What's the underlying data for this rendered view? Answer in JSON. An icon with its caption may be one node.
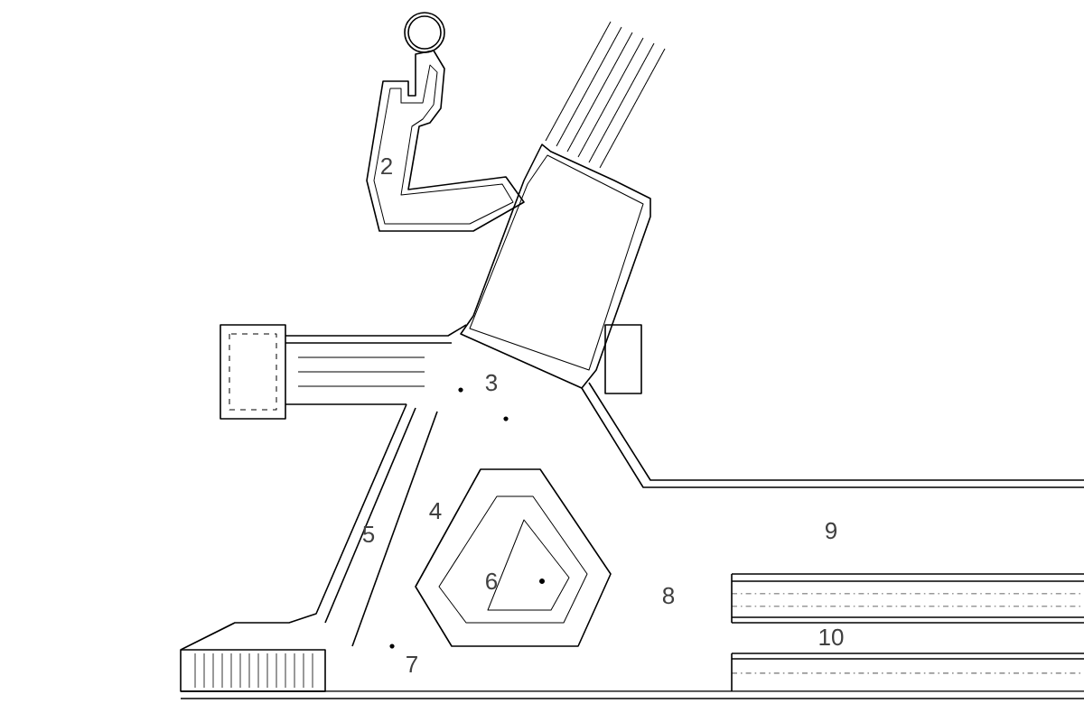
{
  "diagram": {
    "labels": [
      "2",
      "3",
      "4",
      "5",
      "6",
      "7",
      "8",
      "9",
      "10"
    ]
  }
}
